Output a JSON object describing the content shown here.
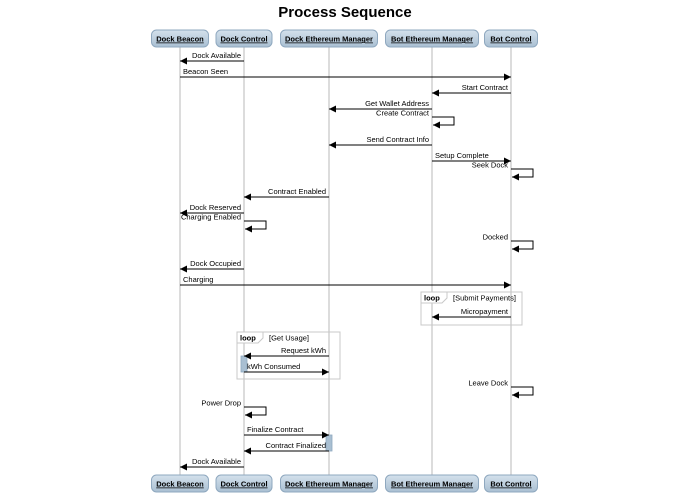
{
  "title": "Process Sequence",
  "participants": [
    {
      "id": "beacon",
      "label": "Dock Beacon"
    },
    {
      "id": "control",
      "label": "Dock Control"
    },
    {
      "id": "dem",
      "label": "Dock Ethereum Manager"
    },
    {
      "id": "bem",
      "label": "Bot Ethereum Manager"
    },
    {
      "id": "bot",
      "label": "Bot Control"
    }
  ],
  "messages": [
    {
      "from": "control",
      "to": "beacon",
      "label": "Dock Available"
    },
    {
      "from": "beacon",
      "to": "bot",
      "label": "Beacon Seen"
    },
    {
      "from": "bot",
      "to": "bem",
      "label": "Start Contract"
    },
    {
      "from": "bem",
      "to": "dem",
      "label": "Get Wallet Address"
    },
    {
      "from": "bem",
      "to": "bem",
      "label": "Create Contract"
    },
    {
      "from": "bem",
      "to": "dem",
      "label": "Send Contract Info"
    },
    {
      "from": "bem",
      "to": "bot",
      "label": "Setup Complete"
    },
    {
      "from": "bot",
      "to": "bot",
      "label": "Seek Dock"
    },
    {
      "from": "dem",
      "to": "control",
      "label": "Contract Enabled"
    },
    {
      "from": "control",
      "to": "beacon",
      "label": "Dock Reserved"
    },
    {
      "from": "control",
      "to": "control",
      "label": "Charging Enabled"
    },
    {
      "from": "bot",
      "to": "bot",
      "label": "Docked"
    },
    {
      "from": "control",
      "to": "beacon",
      "label": "Dock Occupied"
    },
    {
      "from": "beacon",
      "to": "bot",
      "label": "Charging"
    },
    {
      "from": "bot",
      "to": "bem",
      "label": "Micropayment"
    },
    {
      "from": "dem",
      "to": "control",
      "label": "Request kWh"
    },
    {
      "from": "control",
      "to": "dem",
      "label": "kWh Consumed"
    },
    {
      "from": "bot",
      "to": "bot",
      "label": "Leave Dock"
    },
    {
      "from": "control",
      "to": "control",
      "label": "Power Drop"
    },
    {
      "from": "control",
      "to": "dem",
      "label": "Finalize Contract"
    },
    {
      "from": "dem",
      "to": "control",
      "label": "Contract Finalized"
    },
    {
      "from": "control",
      "to": "beacon",
      "label": "Dock Available"
    }
  ],
  "loops": [
    {
      "keyword": "loop",
      "condition": "[Submit Payments]"
    },
    {
      "keyword": "loop",
      "condition": "[Get Usage]"
    }
  ]
}
